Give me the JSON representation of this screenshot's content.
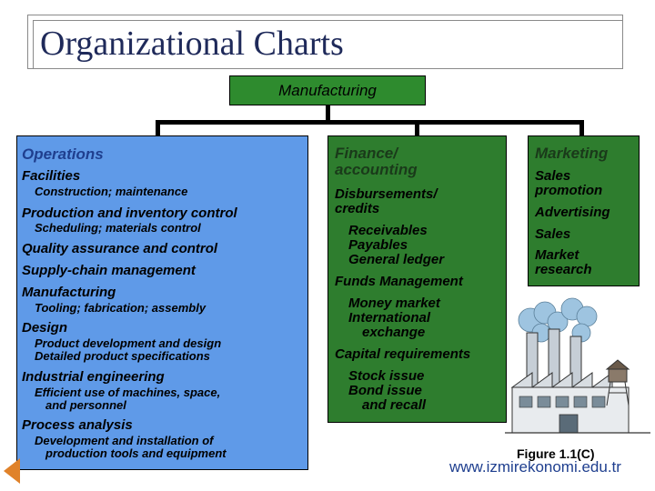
{
  "title": "Organizational Charts",
  "root": "Manufacturing",
  "operations": {
    "heading": "Operations",
    "items": [
      {
        "label": "Facilities",
        "sub": [
          "Construction; maintenance"
        ]
      },
      {
        "label": "Production and inventory control",
        "sub": [
          "Scheduling; materials control"
        ]
      },
      {
        "label": "Quality assurance and control",
        "sub": []
      },
      {
        "label": "Supply-chain management",
        "sub": []
      },
      {
        "label": "Manufacturing",
        "sub": [
          "Tooling; fabrication; assembly"
        ]
      },
      {
        "label": "Design",
        "sub": [
          "Product development and design",
          "Detailed product specifications"
        ]
      },
      {
        "label": "Industrial engineering",
        "sub": [
          "Efficient use of machines, space,",
          "and personnel"
        ]
      },
      {
        "label": "Process analysis",
        "sub": [
          "Development and installation of",
          "production tools and equipment"
        ]
      }
    ]
  },
  "finance": {
    "heading_lines": [
      "Finance/",
      "accounting"
    ],
    "lines": [
      "Disbursements/",
      "credits",
      "Receivables",
      "Payables",
      "General ledger",
      "Funds Management",
      "Money market",
      "International",
      "exchange",
      "Capital requirements",
      "Stock issue",
      "Bond issue",
      "and recall"
    ]
  },
  "marketing": {
    "heading": "Marketing",
    "lines": [
      "Sales",
      "promotion",
      "Advertising",
      "Sales",
      "Market",
      "research"
    ]
  },
  "figure_caption": "Figure 1.1(C)",
  "url": "www.izmirekonomi.edu.tr",
  "colors": {
    "root_green": "#2e8b2e",
    "box_green": "#2e7d2e",
    "box_blue": "#5f9ae8",
    "heading_blue": "#1f3f8f"
  },
  "illustration": "factory-illustration",
  "nav_icon": "back-arrow-icon"
}
